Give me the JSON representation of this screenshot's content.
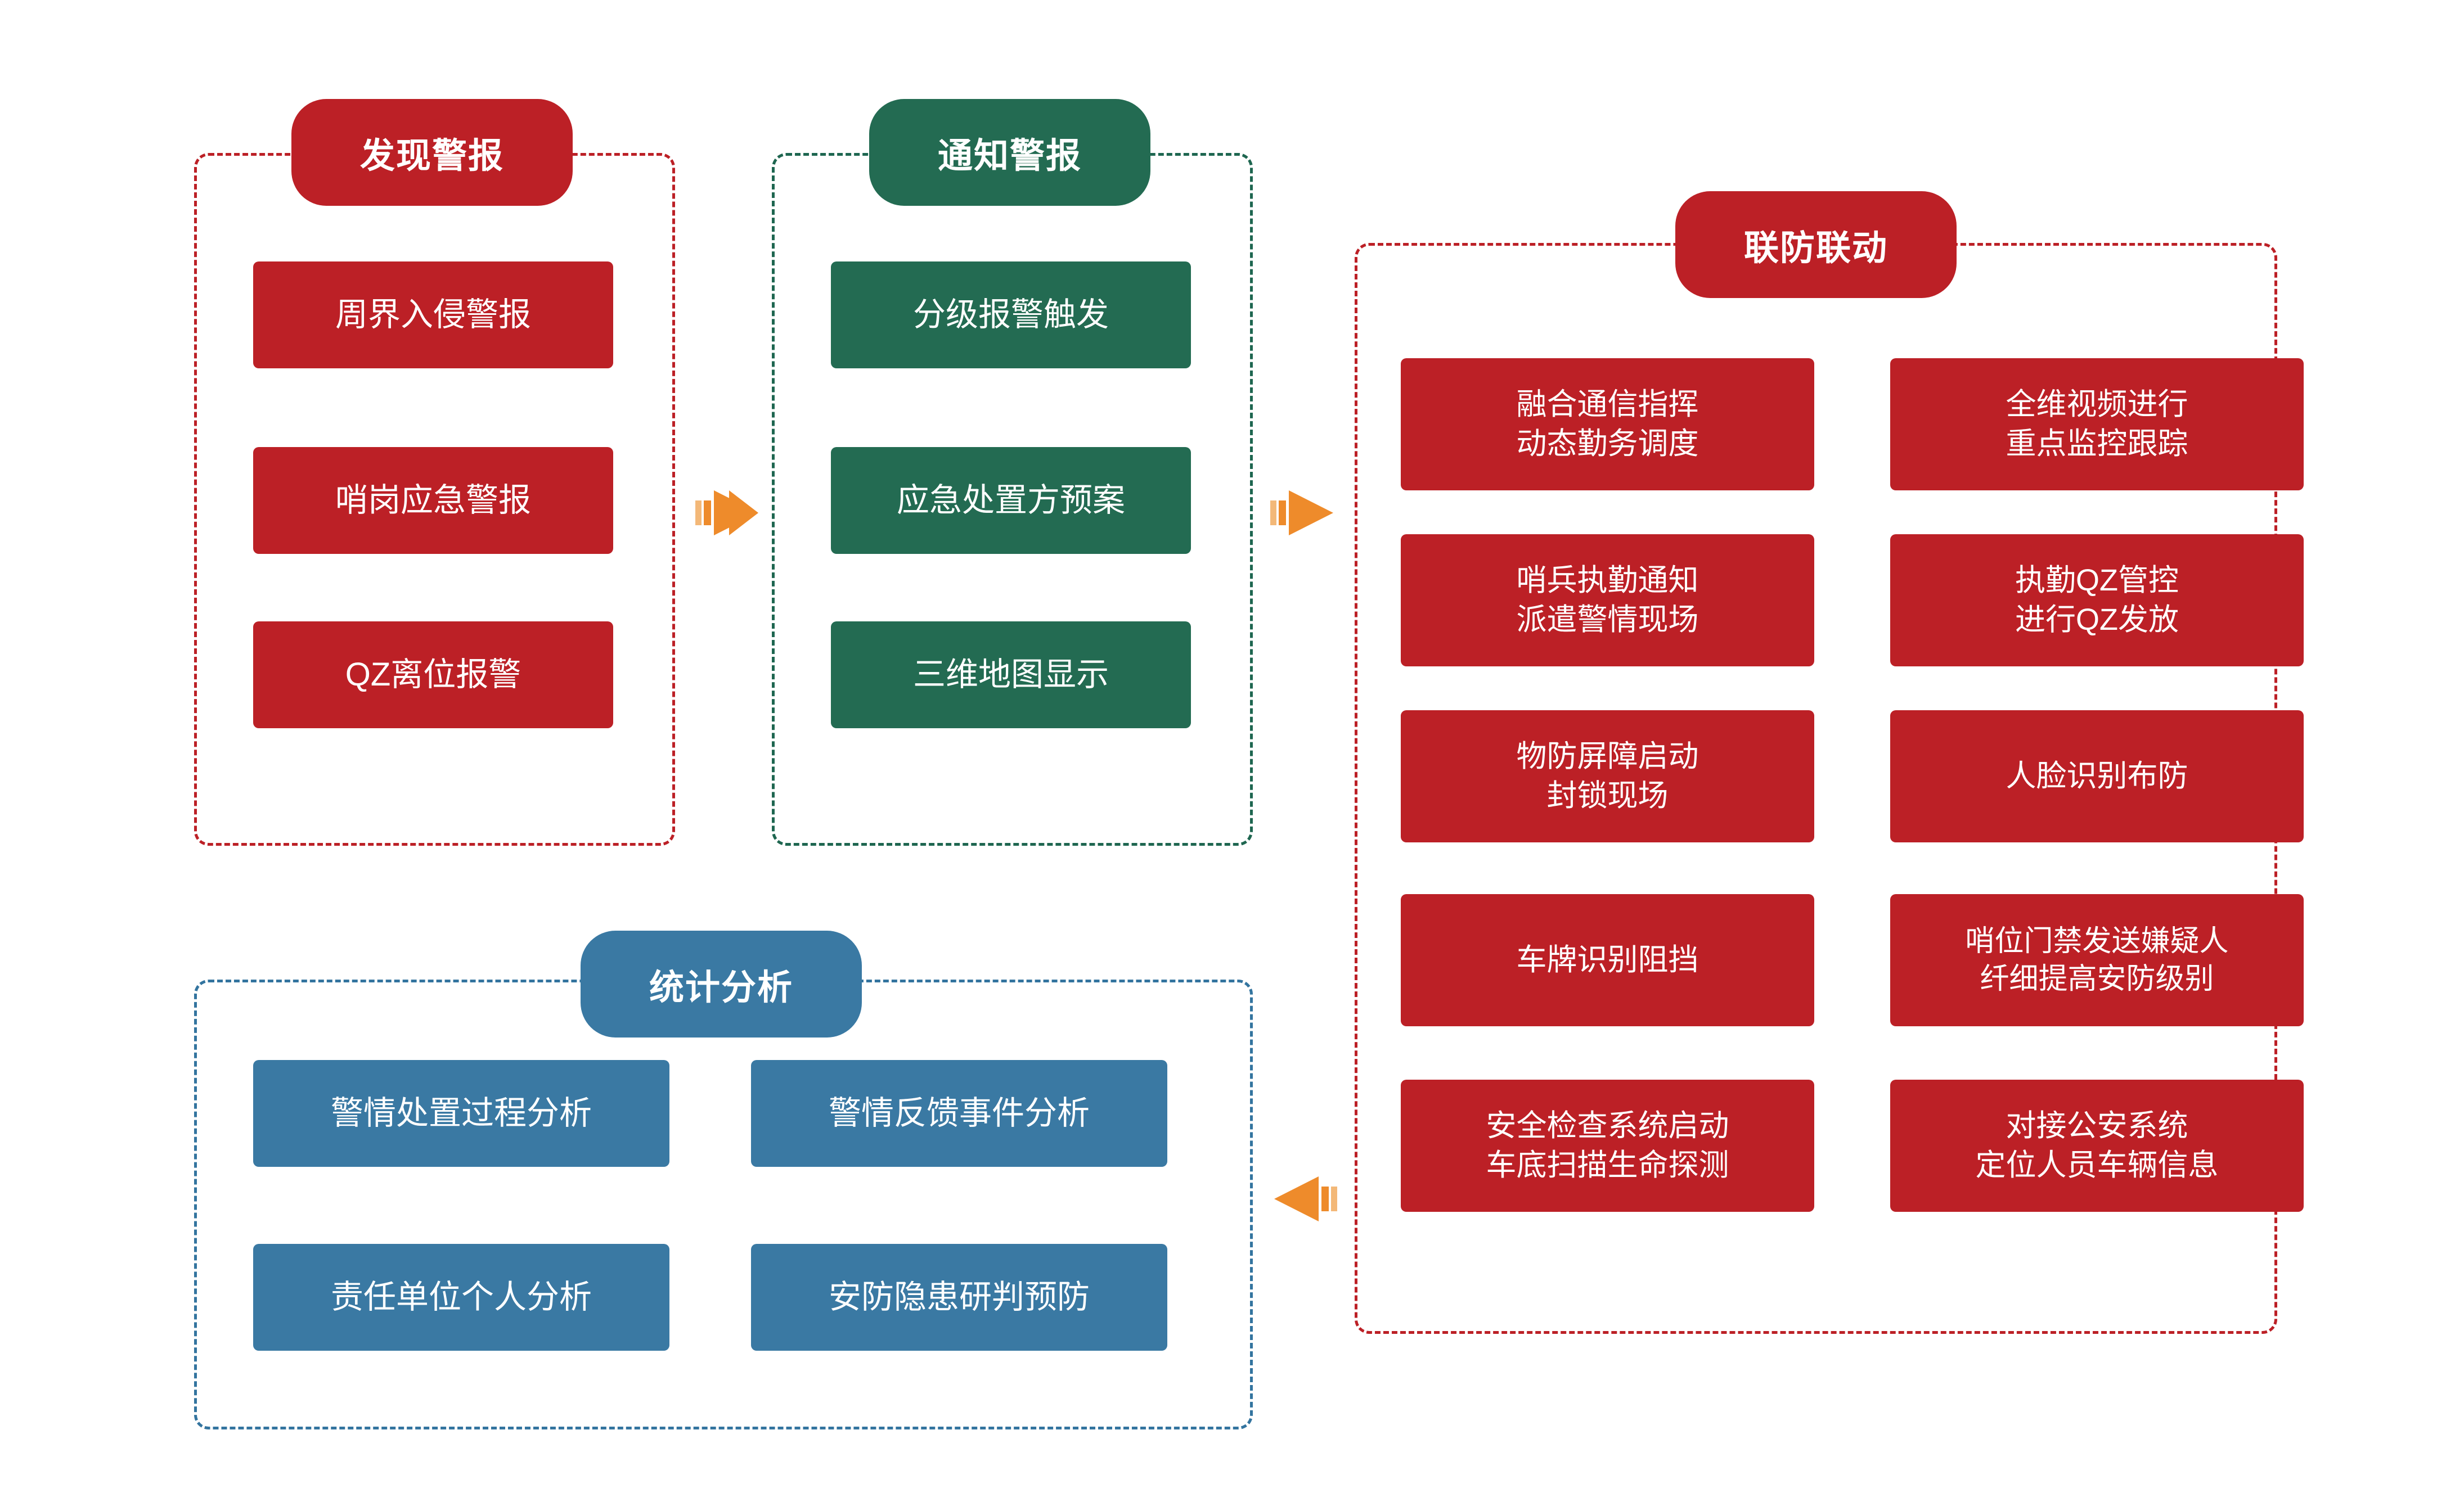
{
  "diagram": {
    "type": "flow-diagram",
    "background_color": "#FFFFFF",
    "palette": {
      "red": "#BC2026",
      "green": "#236B52",
      "blue": "#3A79A3",
      "arrow_orange": "#EE8B2B",
      "arrow_orange_light": "#F3B878"
    }
  },
  "groups": [
    {
      "id": "discover-alarm",
      "title": "发现警报",
      "accent": "#BC2026",
      "items": [
        {
          "line1": "周界入侵警报",
          "line2": ""
        },
        {
          "line1": "哨岗应急警报",
          "line2": ""
        },
        {
          "line1": "QZ离位报警",
          "line2": ""
        }
      ]
    },
    {
      "id": "notify-alarm",
      "title": "通知警报",
      "accent": "#236B52",
      "items": [
        {
          "line1": "分级报警触发",
          "line2": ""
        },
        {
          "line1": "应急处置方预案",
          "line2": ""
        },
        {
          "line1": "三维地图显示",
          "line2": ""
        }
      ]
    },
    {
      "id": "joint-defense",
      "title": "联防联动",
      "accent": "#BC2026",
      "items_left": [
        {
          "line1": "融合通信指挥",
          "line2": "动态勤务调度"
        },
        {
          "line1": "哨兵执勤通知",
          "line2": "派遣警情现场"
        },
        {
          "line1": "物防屏障启动",
          "line2": "封锁现场"
        },
        {
          "line1": "车牌识别阻挡",
          "line2": ""
        },
        {
          "line1": "安全检查系统启动",
          "line2": "车底扫描生命探测"
        }
      ],
      "items_right": [
        {
          "line1": "全维视频进行",
          "line2": "重点监控跟踪"
        },
        {
          "line1": "执勤QZ管控",
          "line2": "进行QZ发放"
        },
        {
          "line1": "人脸识别布防",
          "line2": ""
        },
        {
          "line1": "哨位门禁发送嫌疑人",
          "line2": "纤细提高安防级别"
        },
        {
          "line1": "对接公安系统",
          "line2": "定位人员车辆信息"
        }
      ]
    },
    {
      "id": "statistics-analysis",
      "title": "统计分析",
      "accent": "#3A79A3",
      "items_left": [
        {
          "line1": "警情处置过程分析",
          "line2": ""
        },
        {
          "line1": "责任单位个人分析",
          "line2": ""
        }
      ],
      "items_right": [
        {
          "line1": "警情反馈事件分析",
          "line2": ""
        },
        {
          "line1": "安防隐患研判预防",
          "line2": ""
        }
      ]
    }
  ],
  "arrows": [
    {
      "id": "arrow-1",
      "direction": "right",
      "from": "discover-alarm",
      "to": "notify-alarm"
    },
    {
      "id": "arrow-2",
      "direction": "right",
      "from": "notify-alarm",
      "to": "joint-defense"
    },
    {
      "id": "arrow-3",
      "direction": "left",
      "from": "joint-defense",
      "to": "statistics-analysis"
    }
  ]
}
